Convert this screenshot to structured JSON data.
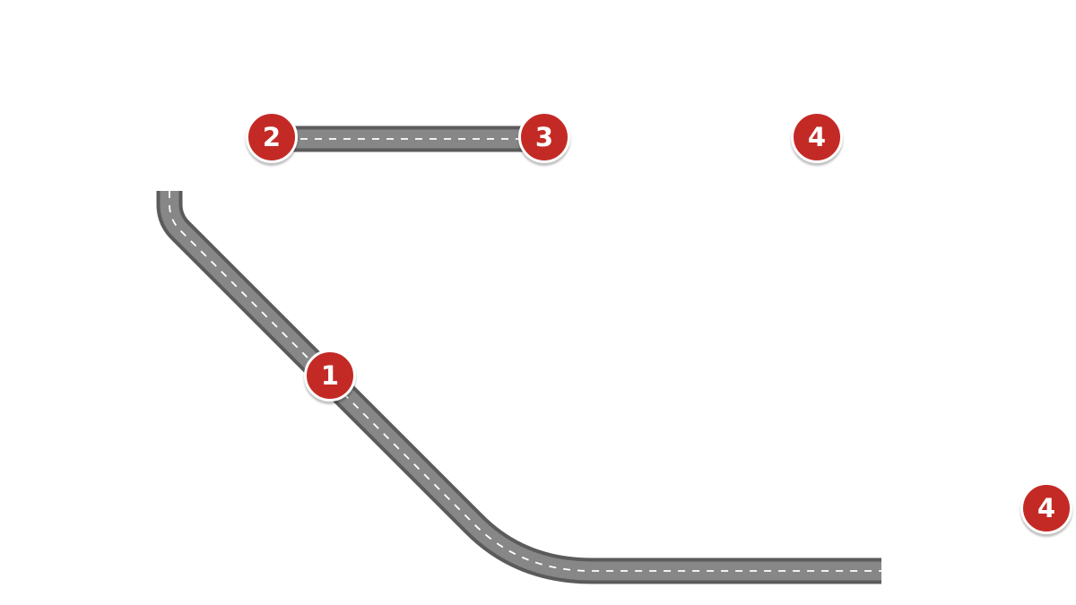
{
  "markers": [
    {
      "label": "1"
    },
    {
      "label": "2"
    },
    {
      "label": "3"
    },
    {
      "label": "4"
    },
    {
      "label": "4"
    }
  ],
  "colors": {
    "marker": "#c42a25",
    "road_edge": "#5b5b5b",
    "road_surface": "#878787",
    "lane_line": "#ffffff"
  }
}
